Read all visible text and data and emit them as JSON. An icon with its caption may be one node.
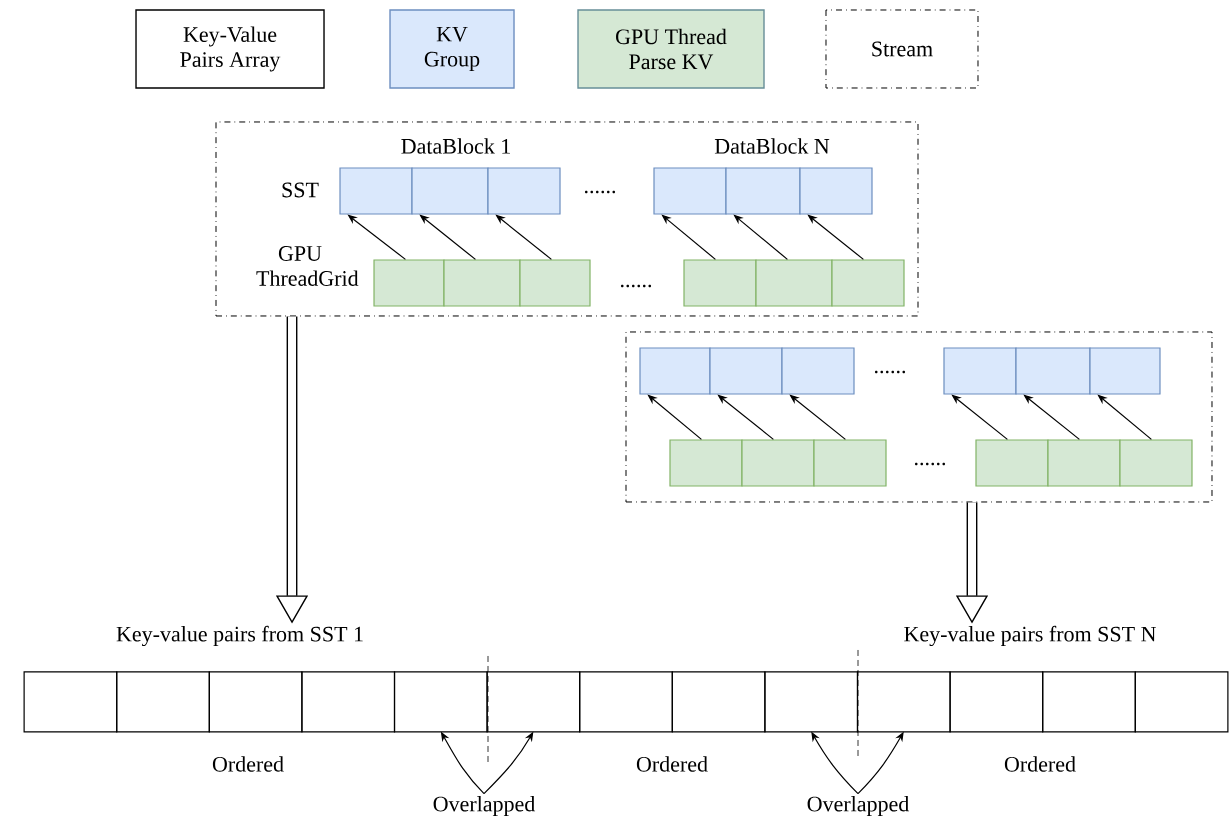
{
  "diagram": {
    "nodes": [
      {
        "text": [],
        "shape": "box"
      },
      {
        "text": [],
        "shape": "box",
        "in": 0
      },
      {
        "text": [],
        "shape": "box",
        "in": 0
      },
      {
        "text": [],
        "shape": "box",
        "in": 0
      },
      {
        "text": [],
        "shape": "box",
        "in": 0
      },
      {
        "text": [],
        "shape": "box",
        "in": 0
      },
      {
        "text": [],
        "shape": "box",
        "in": 0
      },
      {
        "text": [],
        "shape": "box",
        "in": 0
      },
      {
        "text": [],
        "shape": "box",
        "in": 0
      },
      {
        "text": [],
        "shape": "box",
        "in": 0
      },
      {
        "text": [],
        "shape": "box",
        "in": 0
      },
      {
        "text": [],
        "shape": "box",
        "in": 0
      },
      {
        "text": [],
        "shape": "box",
        "in": 0
      },
      {
        "text": [],
        "shape": "box"
      },
      {
        "text": [],
        "shape": "box",
        "in": 13
      },
      {
        "text": [],
        "shape": "box",
        "in": 13
      },
      {
        "text": [],
        "shape": "box",
        "in": 13
      },
      {
        "text": [],
        "shape": "box",
        "in": 13
      },
      {
        "text": [],
        "shape": "box",
        "in": 13
      },
      {
        "text": [],
        "shape": "box",
        "in": 13
      },
      {
        "text": [],
        "shape": "box",
        "in": 13
      },
      {
        "text": [],
        "shape": "box",
        "in": 13
      },
      {
        "text": [],
        "shape": "box",
        "in": 13
      },
      {
        "text": [],
        "shape": "box",
        "in": 13
      },
      {
        "text": [],
        "shape": "box",
        "in": 13
      },
      {
        "text": [],
        "shape": "box",
        "in": 13
      },
      {
        "text": [
          "Key-value pairs from SST 1"
        ]
      },
      {
        "text": [
          "Key-value pairs from SST N"
        ]
      },
      {
        "text": [],
        "shape": "box"
      },
      {
        "text": [],
        "shape": "box"
      },
      {
        "text": [],
        "shape": "box"
      },
      {
        "text": [],
        "shape": "box"
      },
      {
        "text": [],
        "shape": "box"
      },
      {
        "text": [],
        "shape": "box"
      },
      {
        "text": [],
        "shape": "box"
      },
      {
        "text": [],
        "shape": "box"
      },
      {
        "text": [],
        "shape": "box"
      },
      {
        "text": [],
        "shape": "box"
      },
      {
        "text": [],
        "shape": "box"
      },
      {
        "text": [],
        "shape": "box"
      },
      {
        "text": [],
        "shape": "box"
      },
      {
        "text": [
          "Overlapped"
        ]
      },
      {
        "text": [
          "Overlapped"
        ]
      }
    ],
    "edges": [
      {
        "from": 7,
        "to": 1,
        "arrow": "to"
      },
      {
        "from": 8,
        "to": 2,
        "arrow": "to"
      },
      {
        "from": 9,
        "to": 3,
        "arrow": "to"
      },
      {
        "from": 10,
        "to": 4,
        "arrow": "to"
      },
      {
        "from": 11,
        "to": 5,
        "arrow": "to"
      },
      {
        "from": 12,
        "to": 6,
        "arrow": "to"
      },
      {
        "from": 20,
        "to": 14,
        "arrow": "to"
      },
      {
        "from": 21,
        "to": 15,
        "arrow": "to"
      },
      {
        "from": 22,
        "to": 16,
        "arrow": "to"
      },
      {
        "from": 23,
        "to": 17,
        "arrow": "to"
      },
      {
        "from": 24,
        "to": 18,
        "arrow": "to"
      },
      {
        "from": 25,
        "to": 19,
        "arrow": "to"
      },
      {
        "from": 0,
        "to": 26,
        "arrow": "to",
        "style": "thick"
      },
      {
        "from": 13,
        "to": 27,
        "arrow": "to",
        "style": "thick"
      },
      {
        "from": 41,
        "to": 32,
        "arrow": "to"
      },
      {
        "from": 41,
        "to": 33,
        "arrow": "to"
      },
      {
        "from": 42,
        "to": 36,
        "arrow": "to"
      },
      {
        "from": 42,
        "to": 37,
        "arrow": "to"
      }
    ],
    "labels": [
      "DataBlock 1",
      "DataBlock N",
      "SST",
      "......",
      "GPU ThreadGrid",
      "......",
      "......",
      "......",
      "Ordered",
      "Ordered",
      "Ordered"
    ],
    "legend": [
      {
        "text": "Key-Value Pairs Array"
      },
      {
        "text": "KV Group",
        "color": "#dae8fc"
      },
      {
        "text": "GPU Thread Parse KV",
        "color": "#d5e8d4"
      },
      {
        "text": "Stream"
      }
    ]
  }
}
